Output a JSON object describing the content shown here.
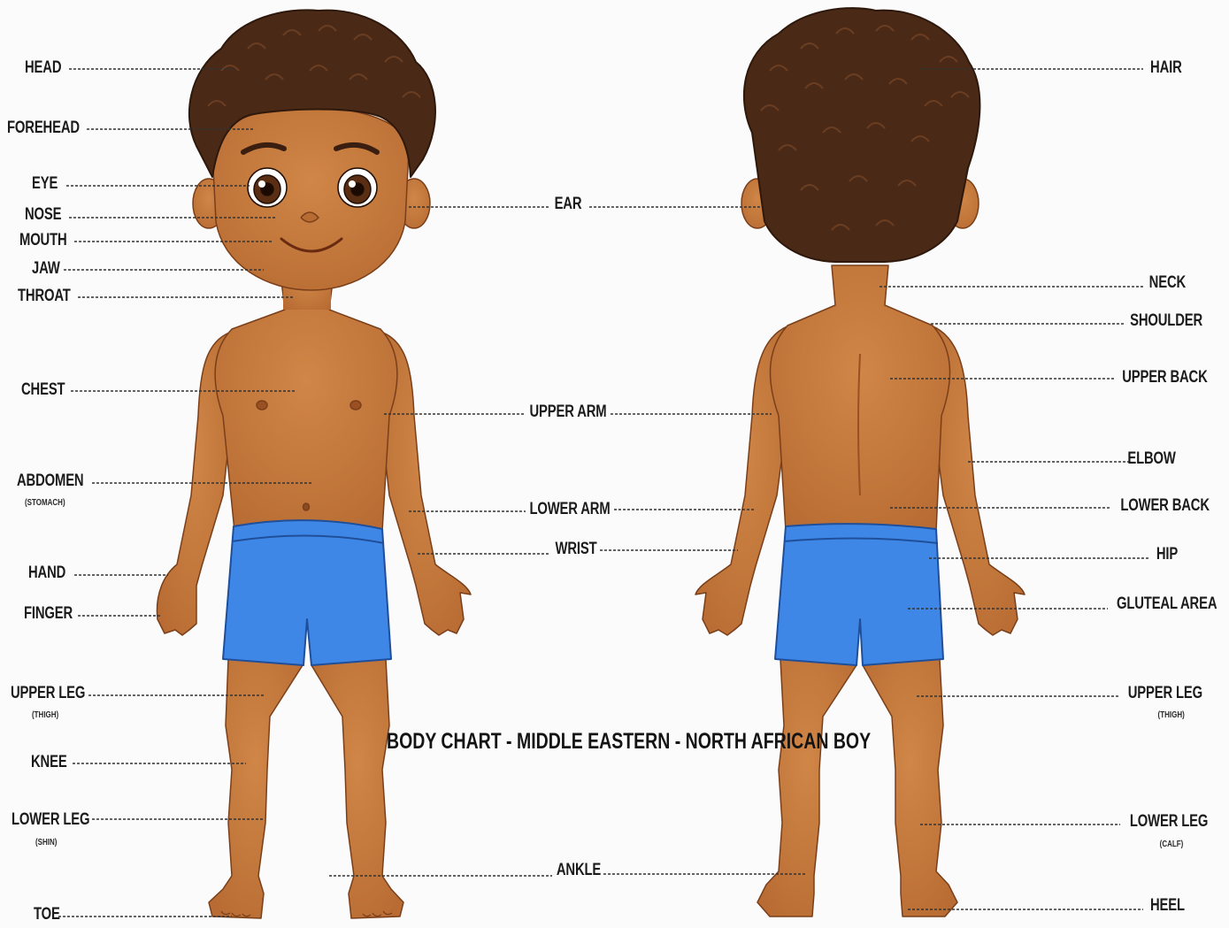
{
  "title": "BODY CHART - MIDDLE EASTERN - NORTH AFRICAN BOY",
  "colors": {
    "skin": "#c97d3e",
    "skin_shade": "#a9602b",
    "hair": "#4a2a17",
    "shorts": "#3f87e6",
    "shorts_shade": "#2d6cc4",
    "leader_line": "#333333"
  },
  "front_labels": {
    "head": "HEAD",
    "forehead": "FOREHEAD",
    "eye": "EYE",
    "nose": "NOSE",
    "mouth": "MOUTH",
    "jaw": "JAW",
    "throat": "THROAT",
    "chest": "CHEST",
    "abdomen": "ABDOMEN",
    "abdomen_note": "(STOMACH)",
    "hand": "HAND",
    "finger": "FINGER",
    "upper_leg": "UPPER LEG",
    "upper_leg_note": "(THIGH)",
    "knee": "KNEE",
    "lower_leg": "LOWER LEG",
    "lower_leg_note": "(SHIN)",
    "toe": "TOE"
  },
  "center_labels": {
    "ear": "EAR",
    "upper_arm": "UPPER ARM",
    "lower_arm": "LOWER ARM",
    "wrist": "WRIST",
    "ankle": "ANKLE"
  },
  "back_labels": {
    "hair": "HAIR",
    "neck": "NECK",
    "shoulder": "SHOULDER",
    "upper_back": "UPPER BACK",
    "elbow": "ELBOW",
    "lower_back": "LOWER BACK",
    "hip": "HIP",
    "gluteal_area": "GLUTEAL AREA",
    "upper_leg": "UPPER LEG",
    "upper_leg_note": "(THIGH)",
    "lower_leg": "LOWER LEG",
    "lower_leg_note": "(CALF)",
    "heel": "HEEL"
  }
}
